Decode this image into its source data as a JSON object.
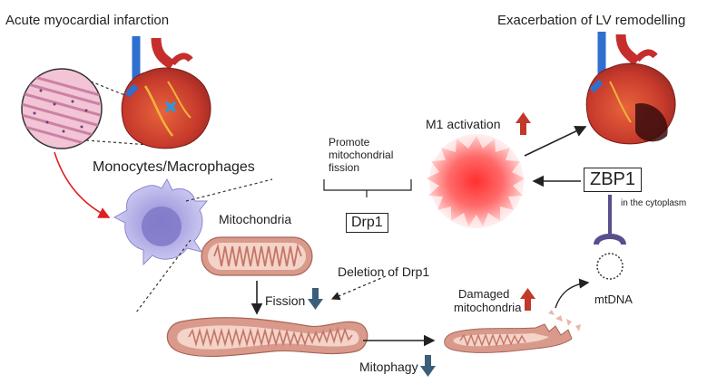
{
  "labels": {
    "acute_mi": "Acute myocardial infarction",
    "exacerbation": "Exacerbation of LV remodelling",
    "monocytes": "Monocytes/Macrophages",
    "mitochondria": "Mitochondria",
    "promote_line1": "Promote",
    "promote_line2": "mitochondrial",
    "promote_line3": "fission",
    "drp1": "Drp1",
    "m1_activation": "M1 activation",
    "zbp1": "ZBP1",
    "in_cytoplasm": "in the cytoplasm",
    "deletion_drp1": "Deletion of Drp1",
    "fission": "Fission",
    "damaged_line1": "Damaged",
    "damaged_line2": "mitochondria",
    "mtdna": "mtDNA",
    "mitophagy": "Mitophagy"
  },
  "colors": {
    "up_arrow": "#c0392b",
    "down_arrow": "#3b5f7a",
    "macrophage": "#b7b4e8",
    "m1_cell": "#ef4b4b",
    "mito_outer": "#d99a8c",
    "mito_inner": "#f4d3c9",
    "arrow_red": "#e02020",
    "arrow_dark": "#222222",
    "zbp1_stem": "#5a4e8c"
  },
  "icons": [
    "heart-icon",
    "tissue-magnifier-icon",
    "macrophage-icon",
    "m1-macrophage-icon",
    "mitochondrion-icon",
    "elongated-mitochondrion-icon",
    "damaged-mitochondrion-icon",
    "mtdna-icon",
    "receptor-icon"
  ]
}
